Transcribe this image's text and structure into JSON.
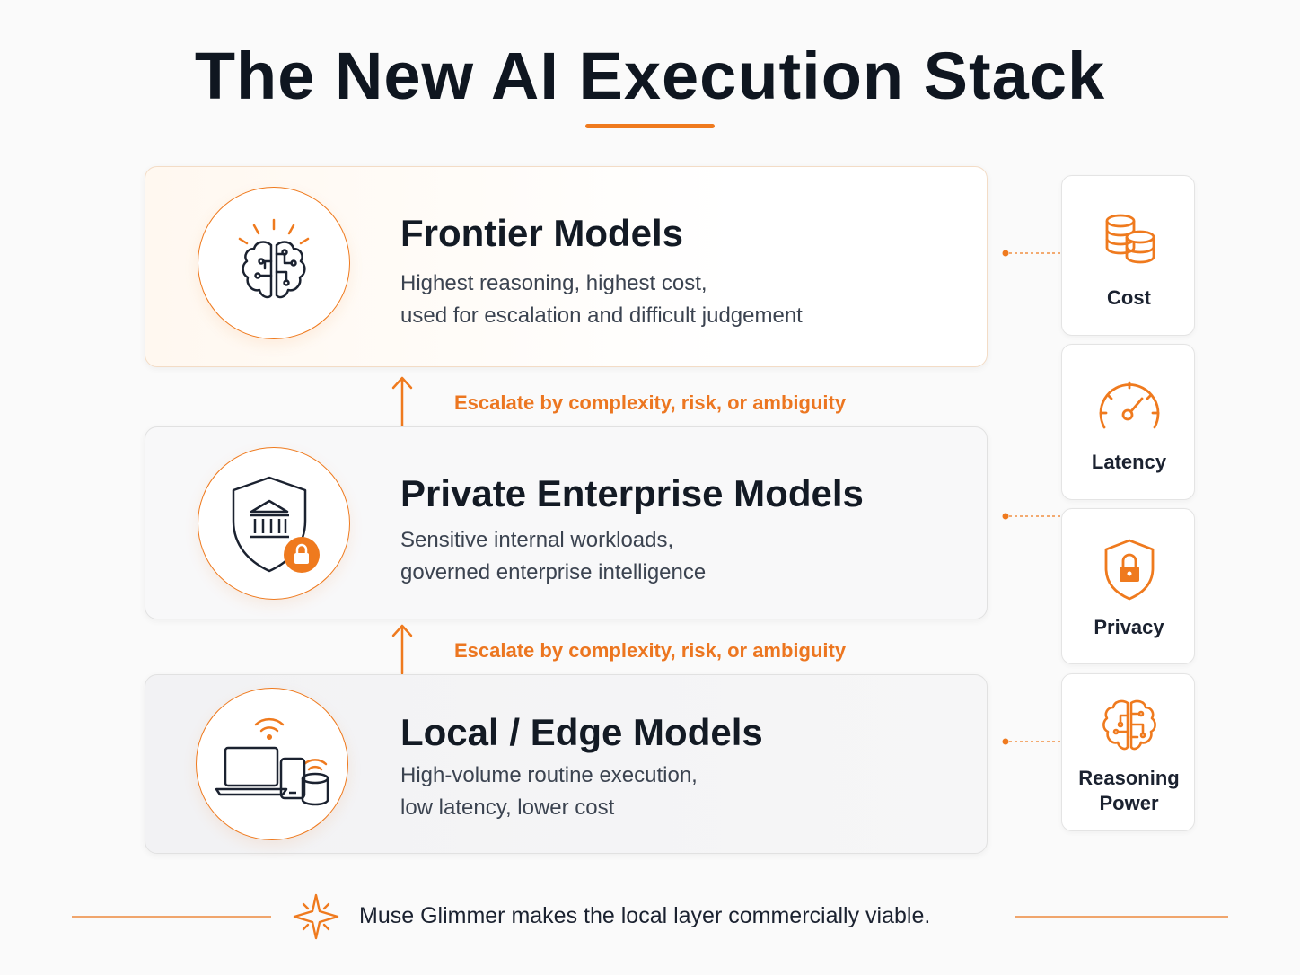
{
  "title": "The New AI Execution Stack",
  "colors": {
    "accent": "#ef7a1e",
    "dark": "#131a24",
    "muted": "#3b4350"
  },
  "layers": [
    {
      "title": "Frontier Models",
      "desc_line1": "Highest reasoning, highest cost,",
      "desc_line2": "used for escalation and difficult judgement",
      "icon": "brain-icon"
    },
    {
      "title": "Private Enterprise Models",
      "desc_line1": "Sensitive internal workloads,",
      "desc_line2": "governed enterprise intelligence",
      "icon": "shield-bank-lock-icon"
    },
    {
      "title": "Local / Edge Models",
      "desc_line1": "High-volume routine execution,",
      "desc_line2": "low latency, lower cost",
      "icon": "edge-devices-icon"
    }
  ],
  "escalations": [
    "Escalate by complexity, risk, or ambiguity",
    "Escalate by complexity, risk, or ambiguity"
  ],
  "attributes": [
    {
      "label": "Cost",
      "icon": "coins-icon"
    },
    {
      "label": "Latency",
      "icon": "gauge-icon"
    },
    {
      "label": "Privacy",
      "icon": "shield-lock-icon"
    },
    {
      "label_line1": "Reasoning",
      "label_line2": "Power",
      "icon": "brain-circuit-icon"
    }
  ],
  "footer": {
    "text": "Muse Glimmer makes the local layer commercially viable.",
    "icon": "sparkle-icon"
  }
}
